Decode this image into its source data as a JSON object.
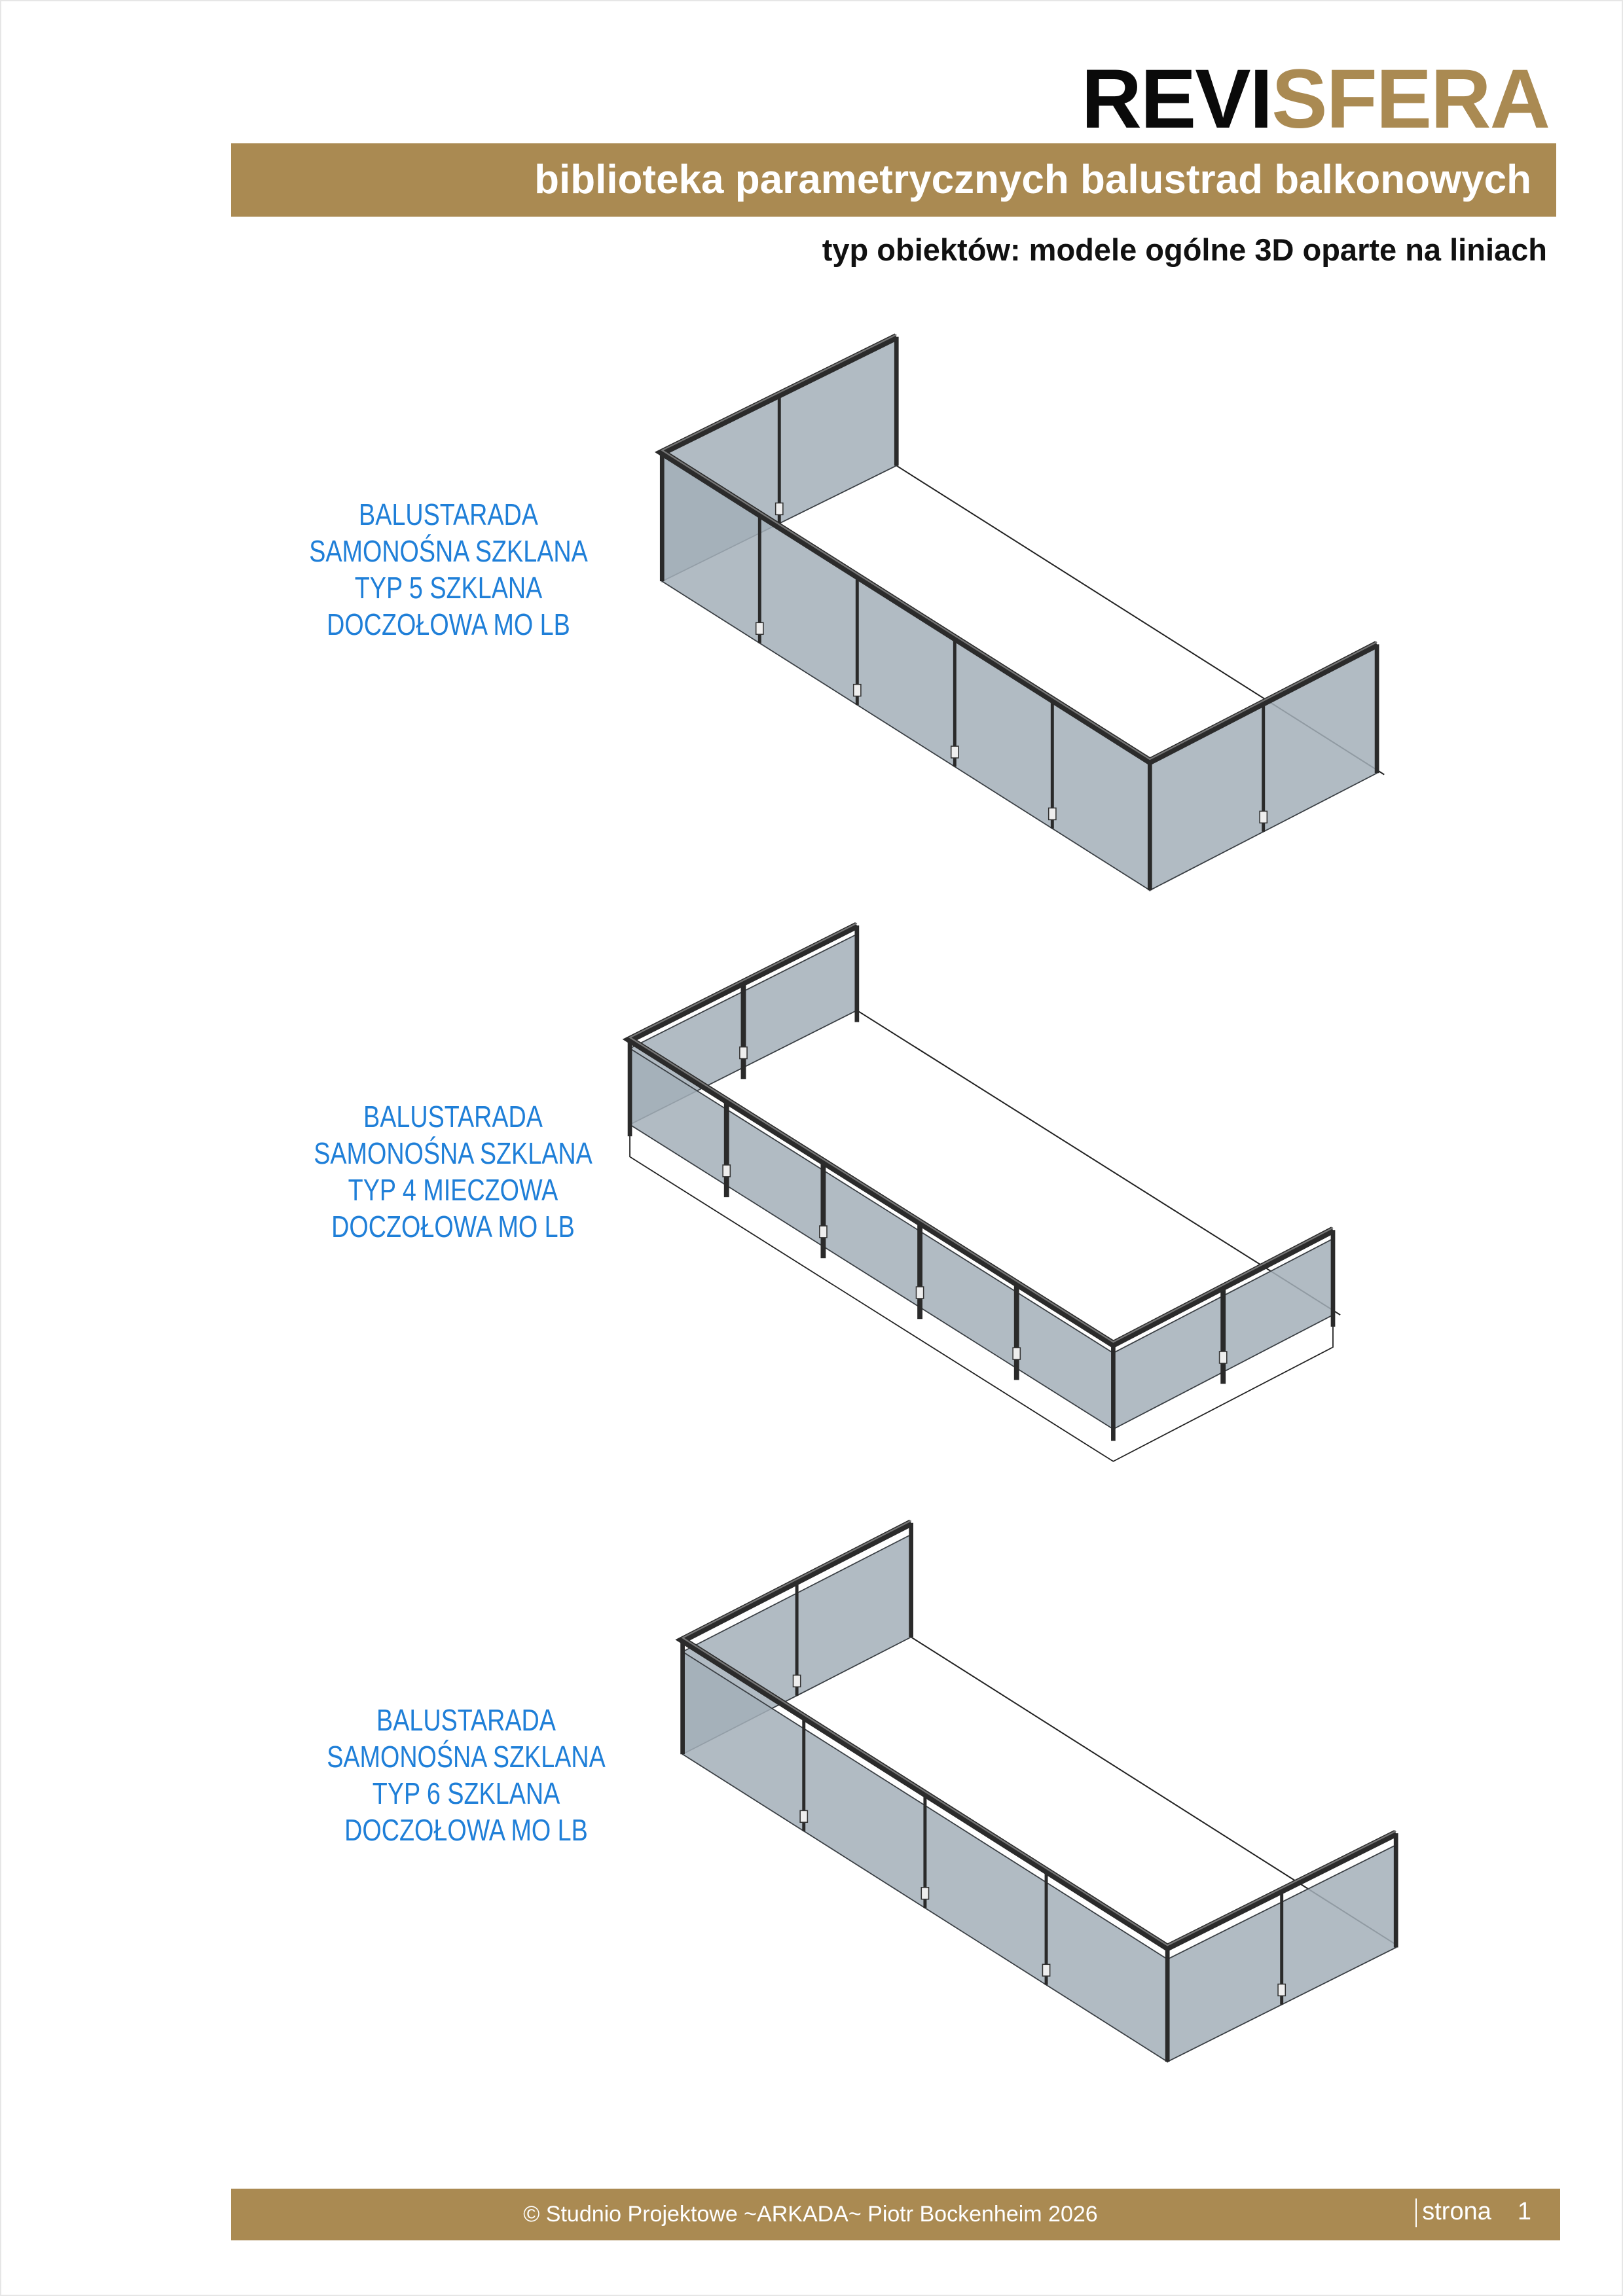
{
  "logo": {
    "part1": "REVI",
    "part2": "SFERA"
  },
  "header": {
    "title": "biblioteka parametrycznych balustrad balkonowych",
    "subtitle": "typ obiektów: modele ogólne 3D oparte na liniach"
  },
  "items": [
    {
      "lines": [
        "BALUSTARADA",
        "SAMONOŚNA SZKLANA",
        "TYP 5 SZKLANA",
        "DOCZOŁOWA MO LB"
      ]
    },
    {
      "lines": [
        "BALUSTARADA",
        "SAMONOŚNA SZKLANA",
        "TYP 4 MIECZOWA",
        "DOCZOŁOWA MO LB"
      ]
    },
    {
      "lines": [
        "BALUSTARADA",
        "SAMONOŚNA SZKLANA",
        "TYP 6 SZKLANA",
        "DOCZOŁOWA MO LB"
      ]
    }
  ],
  "footer": {
    "copyright": "© Studnio Projektowe ~ARKADA~ Piotr Bockenheim 2026",
    "page_label": "strona",
    "page_number": "1"
  },
  "colors": {
    "brand_gold": "#aa8a52",
    "label_blue": "#1f7fd8",
    "glass": "#a3afb8"
  }
}
